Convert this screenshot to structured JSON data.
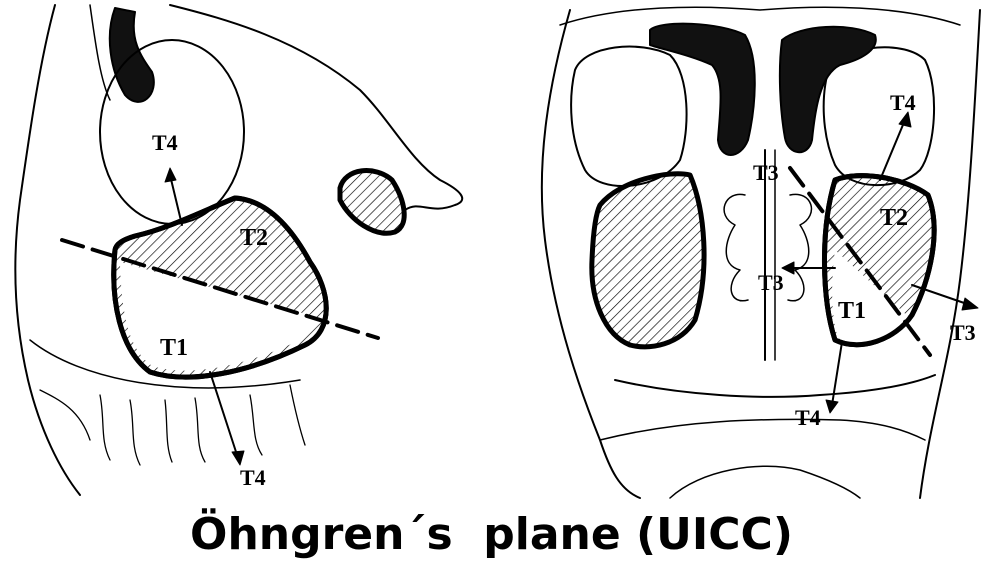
{
  "diagram": {
    "left_panel": {
      "labels": {
        "t4_top": "T4",
        "t2": "T2",
        "t1": "T1",
        "t4_bottom": "T4"
      }
    },
    "right_panel": {
      "labels": {
        "t3_upper": "T3",
        "t4_top": "T4",
        "t2": "T2",
        "t3_mid": "T3",
        "t1": "T1",
        "t3_right": "T3",
        "t4_bottom": "T4"
      }
    }
  },
  "caption": "Öhngren´s  plane (UICC)",
  "colors": {
    "ink": "#000000",
    "background": "#ffffff"
  }
}
